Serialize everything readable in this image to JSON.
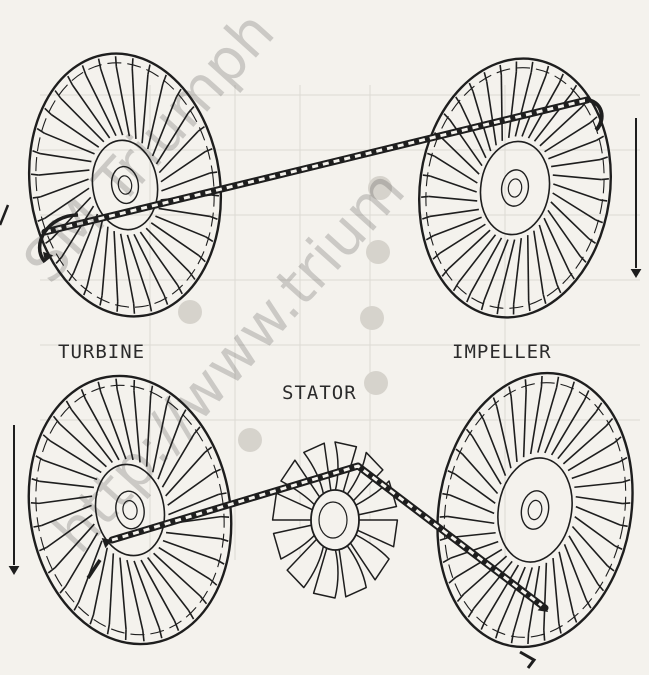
{
  "labels": {
    "turbine": "TURBINE",
    "impeller": "IMPELLER",
    "stator": "STATOR"
  },
  "watermark": {
    "line1": "SM Triumph",
    "line2": "http://www.trium"
  },
  "colors": {
    "background": "#f4f2ed",
    "ink": "#1e1e1e",
    "grid": "#dcdad4",
    "watermark": "#282828"
  }
}
